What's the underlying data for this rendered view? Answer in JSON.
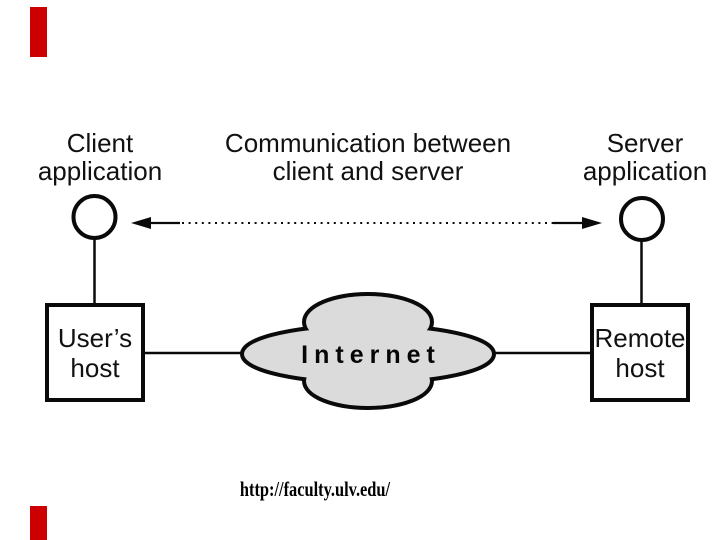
{
  "slide": {
    "background": "#ffffff",
    "ink_color": "#0a0a0a",
    "accent_red": "#cc0000",
    "cloud_fill": "#dbdbdb"
  },
  "labels": {
    "client": {
      "line1": "Client",
      "line2": "application"
    },
    "communication": {
      "line1": "Communication between",
      "line2": "client and server"
    },
    "server": {
      "line1": "Server",
      "line2": "application"
    }
  },
  "hosts": {
    "user": {
      "line1": "User’s",
      "line2": "host"
    },
    "remote": {
      "line1": "Remote",
      "line2": "host"
    }
  },
  "cloud": {
    "label": "Internet"
  },
  "footer": {
    "url": "http://faculty.ulv.edu/"
  }
}
